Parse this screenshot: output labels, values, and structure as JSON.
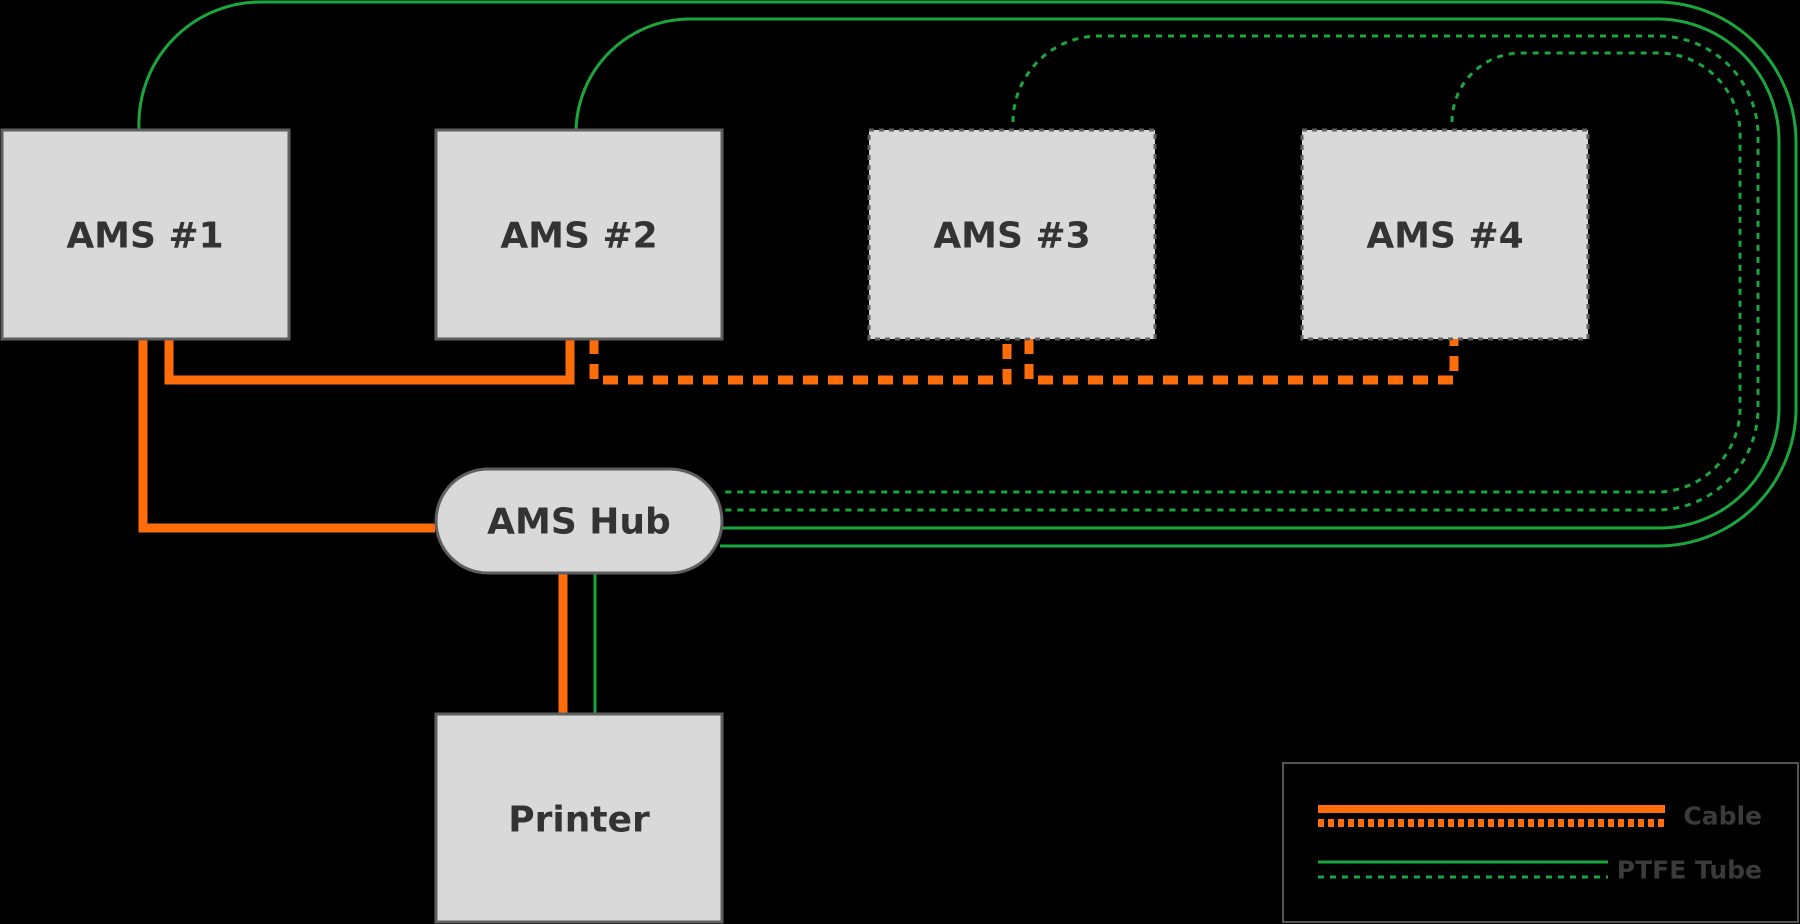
{
  "nodes": {
    "ams1": {
      "label": "AMS #1",
      "style": "solid"
    },
    "ams2": {
      "label": "AMS #2",
      "style": "solid"
    },
    "ams3": {
      "label": "AMS #3",
      "style": "dashed"
    },
    "ams4": {
      "label": "AMS #4",
      "style": "dashed"
    },
    "hub": {
      "label": "AMS Hub",
      "style": "solid"
    },
    "printer": {
      "label": "Printer",
      "style": "solid"
    }
  },
  "legend": {
    "cable_label": "Cable",
    "ptfe_label": "PTFE Tube"
  },
  "colors": {
    "background": "#000000",
    "box_fill": "#d9d9d9",
    "box_stroke": "#5f5f5f",
    "cable": "#ff6d0a",
    "ptfe": "#1aa63d",
    "text": "#333333"
  }
}
